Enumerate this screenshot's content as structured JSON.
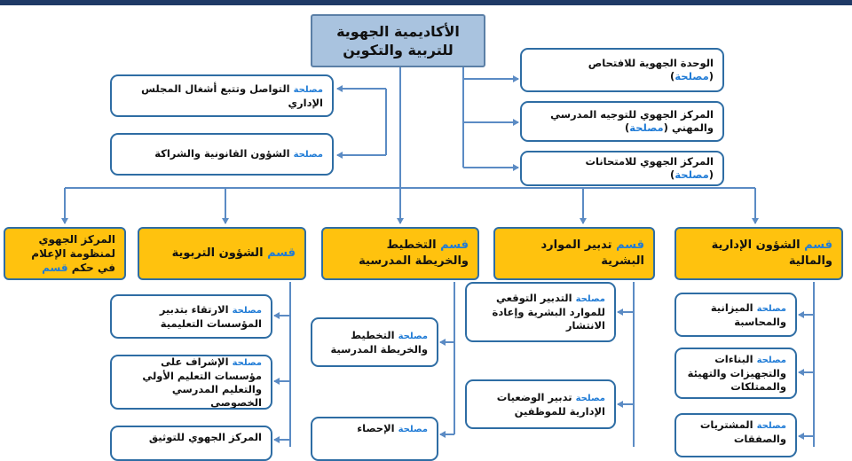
{
  "colors": {
    "dept_fill": "#ffc20e",
    "root_fill": "#a9c3df",
    "line": "#5b8bc4",
    "accent": "#1f7bd6"
  },
  "root": {
    "line1": "الأكاديمية الجهوية",
    "line2": "للتربية والتكوين"
  },
  "left_units": [
    {
      "prefix": "مصلحة",
      "text": "التواصل وتتبع أشغال المجلس الإداري"
    },
    {
      "prefix": "مصلحة",
      "text": "الشؤون القانونية والشراكة"
    }
  ],
  "right_units": [
    {
      "text": "الوحدة الجهوية للافتحاص",
      "tag": "مصلحة"
    },
    {
      "text": "المركز الجهوي للتوجيه المدرسي والمهني",
      "tag": "مصلحة"
    },
    {
      "text": "المركز الجهوي للامتحانات",
      "tag": "مصلحة"
    }
  ],
  "departments": [
    {
      "prefix": "قسم",
      "text": "الشؤون الإدارية والمالية"
    },
    {
      "prefix": "قسم",
      "text": "تدبير الموارد البشرية"
    },
    {
      "prefix": "قسم",
      "text": "التخطيط والخريطة المدرسية"
    },
    {
      "prefix": "قسم",
      "text": "الشؤون التربوية"
    },
    {
      "text": "المركز الجهوي لمنظومة الإعلام في حكم",
      "suffix": "قسم"
    }
  ],
  "services_admin": [
    {
      "prefix": "مصلحة",
      "text": "الميزانية والمحاسبة"
    },
    {
      "prefix": "مصلحة",
      "text": "البناءات والتجهيزات والتهيئة والممتلكات"
    },
    {
      "prefix": "مصلحة",
      "text": "المشتريات والصفقات"
    }
  ],
  "services_hr": [
    {
      "prefix": "مصلحة",
      "text": "التدبير التوقعي للموارد البشرية وإعادة الانتشار"
    },
    {
      "prefix": "مصلحة",
      "text": "تدبير الوضعيات الإدارية للموظفين"
    }
  ],
  "services_planning": [
    {
      "prefix": "مصلحة",
      "text": "التخطيط والخريطة المدرسية"
    },
    {
      "prefix": "مصلحة",
      "text": "الإحصاء"
    }
  ],
  "services_edu": [
    {
      "prefix": "مصلحة",
      "text": "الارتقاء بتدبير المؤسسات التعليمية"
    },
    {
      "prefix": "مصلحة",
      "text": "الإشراف على مؤسسات التعليم الأولي والتعليم المدرسي الخصوصي"
    },
    {
      "text": "المركز الجهوي للتوثيق"
    }
  ]
}
